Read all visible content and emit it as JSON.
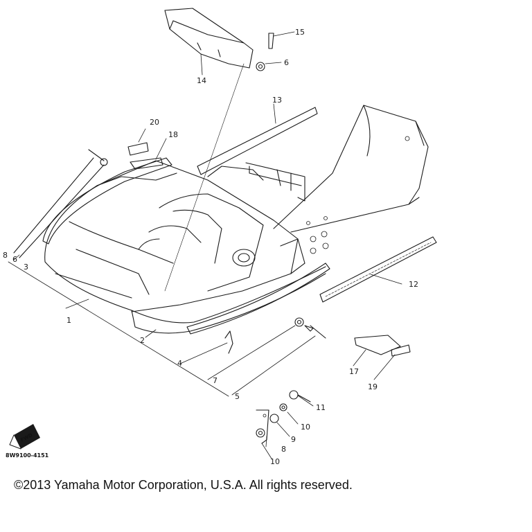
{
  "diagram": {
    "callouts": [
      "15",
      "6",
      "14",
      "13",
      "20",
      "18",
      "8",
      "6",
      "3",
      "1",
      "2",
      "12",
      "4",
      "7",
      "5",
      "17",
      "19",
      "11",
      "10",
      "9",
      "8",
      "10"
    ],
    "fwd_label": "FWD",
    "drawing_code": "8W9100-4151"
  },
  "footer": {
    "copyright": "©2013 Yamaha Motor Corporation, U.S.A. All rights reserved."
  },
  "colors": {
    "line": "#1a1a1a",
    "background": "#ffffff"
  }
}
